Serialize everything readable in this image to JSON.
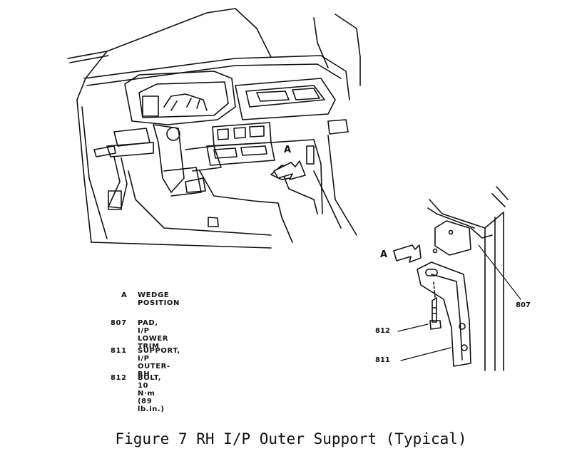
{
  "legend": [
    {
      "key": "A",
      "text": "WEDGE POSITION"
    },
    {
      "key": "807",
      "text": "PAD, I/P LOWER TRIM"
    },
    {
      "key": "811",
      "text": "SUPPORT, I/P OUTER- RH"
    },
    {
      "key": "812",
      "text": "BOLT, 10 N·m (89 lb.in.)"
    }
  ],
  "callouts": {
    "dash_a": "A",
    "detail_a": "A",
    "c807": "807",
    "c812": "812",
    "c811": "811"
  },
  "caption": "Figure 7 RH I/P Outer Support (Typical)"
}
